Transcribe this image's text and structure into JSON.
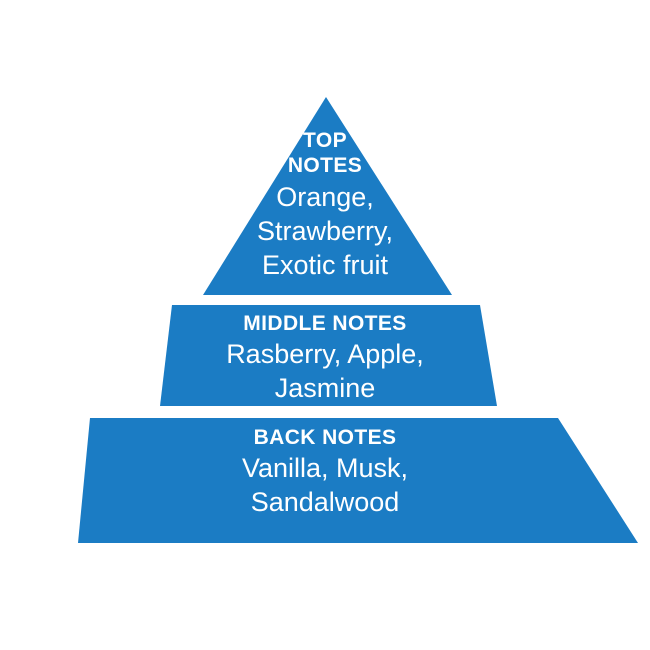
{
  "figure": {
    "name": "fragrance-notes-pyramid",
    "background_color": "#ffffff",
    "tier_color": "#1b7cc4",
    "text_color": "#ffffff"
  },
  "chart_data": {
    "type": "pyramid",
    "title": "",
    "orientation": "vertical",
    "levels": [
      {
        "id": "top",
        "heading": "TOP\nNOTES",
        "body": "Orange,\nStrawberry,\nExotic fruit",
        "items": [
          "Orange",
          "Strawberry",
          "Exotic fruit"
        ],
        "shape": "triangle",
        "color": "#1b7cc4"
      },
      {
        "id": "middle",
        "heading": "MIDDLE NOTES",
        "body": "Rasberry, Apple,\nJasmine",
        "items": [
          "Rasberry",
          "Apple",
          "Jasmine"
        ],
        "shape": "trapezoid",
        "color": "#1b7cc4"
      },
      {
        "id": "bottom",
        "heading": "BACK NOTES",
        "body": "Vanilla, Musk,\nSandalwood",
        "items": [
          "Vanilla",
          "Musk",
          "Sandalwood"
        ],
        "shape": "trapezoid",
        "color": "#1b7cc4"
      }
    ]
  }
}
